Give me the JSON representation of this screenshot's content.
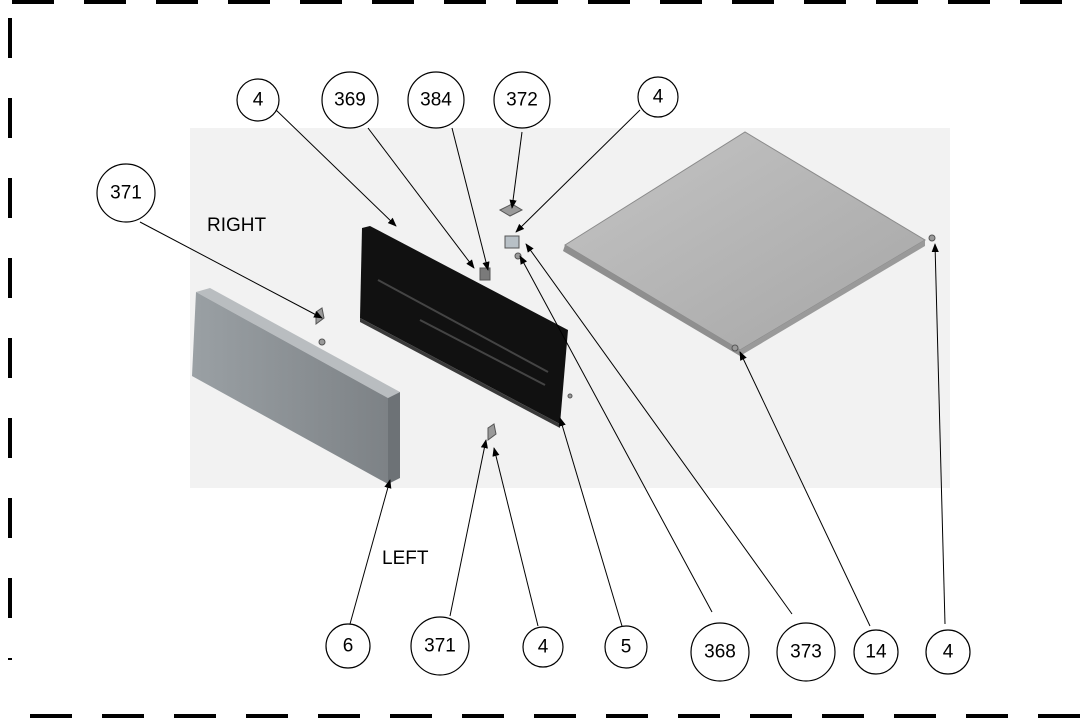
{
  "labels": {
    "right": "RIGHT",
    "left": "LEFT"
  },
  "callouts": {
    "top_4_a": "4",
    "top_369": "369",
    "top_384": "384",
    "top_372": "372",
    "top_4_b": "4",
    "left_371": "371",
    "bottom_6": "6",
    "bottom_371": "371",
    "bottom_4_a": "4",
    "bottom_5": "5",
    "bottom_368": "368",
    "bottom_373": "373",
    "bottom_14": "14",
    "bottom_4_b": "4"
  },
  "colors": {
    "border": "#000000",
    "front_panel": "#8e9396",
    "back_panel": "#111111",
    "top_plate": "#b3b3b3",
    "background_render": "#ececec"
  }
}
